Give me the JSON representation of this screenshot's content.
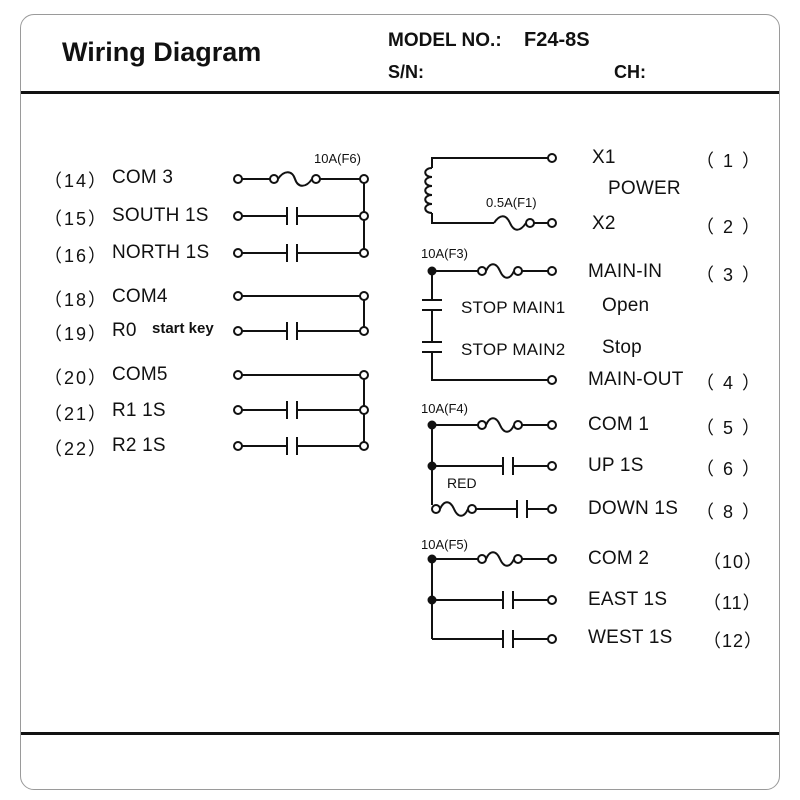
{
  "header": {
    "title": "Wiring Diagram",
    "model_label": "MODEL NO.:",
    "model_value": "F24-8S",
    "sn_label": "S/N:",
    "ch_label": "CH:"
  },
  "left": {
    "rows": [
      {
        "num": "（14）",
        "label": "COM 3"
      },
      {
        "num": "（15）",
        "label": "SOUTH 1S"
      },
      {
        "num": "（16）",
        "label": "NORTH 1S"
      },
      {
        "num": "（18）",
        "label": "COM4"
      },
      {
        "num": "（19）",
        "label": "R0"
      },
      {
        "num": "（20）",
        "label": "COM5"
      },
      {
        "num": "（21）",
        "label": "R1 1S"
      },
      {
        "num": "（22）",
        "label": "R2 1S"
      }
    ],
    "fuse_f6": "10A(F6)",
    "start_key": "start key"
  },
  "right": {
    "x1": "X1",
    "x1_num": "（ 1 ）",
    "power": "POWER",
    "fuse_f1": "0.5A(F1)",
    "x2": "X2",
    "x2_num": "（ 2 ）",
    "fuse_f3": "10A(F3)",
    "main_in": "MAIN-IN",
    "main_in_num": "（ 3 ）",
    "stop_main1": "STOP MAIN1",
    "open": "Open",
    "stop_main2": "STOP MAIN2",
    "stop": "Stop",
    "main_out": "MAIN-OUT",
    "main_out_num": "（ 4 ）",
    "fuse_f4": "10A(F4)",
    "com1": "COM 1",
    "com1_num": "（ 5 ）",
    "up": "UP 1S",
    "up_num": "（ 6 ）",
    "red": "RED",
    "down": "DOWN 1S",
    "down_num": "（ 8 ）",
    "fuse_f5": "10A(F5)",
    "com2": "COM 2",
    "com2_num": "（10）",
    "east": "EAST 1S",
    "east_num": "（11）",
    "west": "WEST 1S",
    "west_num": "（12）"
  }
}
